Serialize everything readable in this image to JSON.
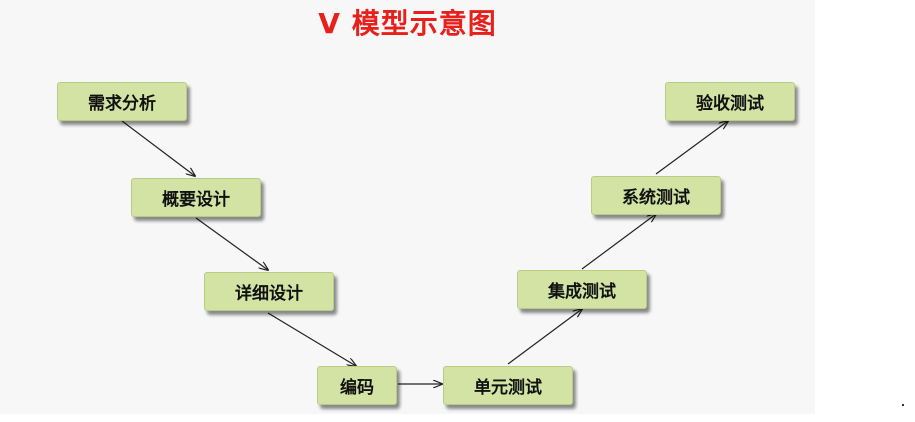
{
  "title": "V 模型示意图",
  "nodes": [
    {
      "id": "requirements",
      "label": "需求分析"
    },
    {
      "id": "outline-design",
      "label": "概要设计"
    },
    {
      "id": "detailed-design",
      "label": "详细设计"
    },
    {
      "id": "coding",
      "label": "编码"
    },
    {
      "id": "unit-test",
      "label": "单元测试"
    },
    {
      "id": "integration-test",
      "label": "集成测试"
    },
    {
      "id": "system-test",
      "label": "系统测试"
    },
    {
      "id": "acceptance-test",
      "label": "验收测试"
    }
  ],
  "edges": [
    {
      "from": "requirements",
      "to": "outline-design"
    },
    {
      "from": "outline-design",
      "to": "detailed-design"
    },
    {
      "from": "detailed-design",
      "to": "coding"
    },
    {
      "from": "coding",
      "to": "unit-test"
    },
    {
      "from": "unit-test",
      "to": "integration-test"
    },
    {
      "from": "integration-test",
      "to": "system-test"
    },
    {
      "from": "system-test",
      "to": "acceptance-test"
    }
  ],
  "colors": {
    "title": "#e8201c",
    "node_fill": "#d3e3a4",
    "arrow": "#222222"
  }
}
